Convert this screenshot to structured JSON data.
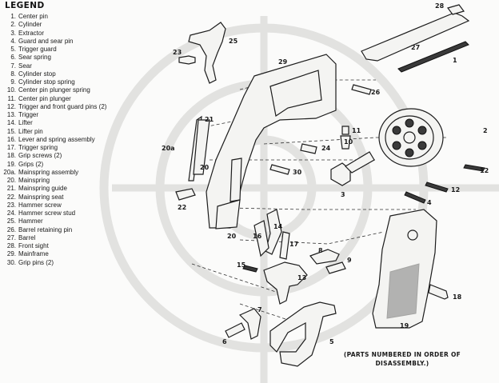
{
  "legend": {
    "title": "LEGEND",
    "items": [
      {
        "num": "1.",
        "label": "Center pin"
      },
      {
        "num": "2.",
        "label": "Cylinder"
      },
      {
        "num": "3.",
        "label": "Extractor"
      },
      {
        "num": "4.",
        "label": "Guard and sear pin"
      },
      {
        "num": "5.",
        "label": "Trigger guard"
      },
      {
        "num": "6.",
        "label": "Sear spring"
      },
      {
        "num": "7.",
        "label": "Sear"
      },
      {
        "num": "8.",
        "label": "Cylinder stop"
      },
      {
        "num": "9.",
        "label": "Cylinder stop spring"
      },
      {
        "num": "10.",
        "label": "Center pin plunger spring"
      },
      {
        "num": "11.",
        "label": "Center pin plunger"
      },
      {
        "num": "12.",
        "label": "Trigger and front guard pins (2)"
      },
      {
        "num": "13.",
        "label": "Trigger"
      },
      {
        "num": "14.",
        "label": "Lifter"
      },
      {
        "num": "15.",
        "label": "Lifter pin"
      },
      {
        "num": "16.",
        "label": "Lever and spring assembly"
      },
      {
        "num": "17.",
        "label": "Trigger spring"
      },
      {
        "num": "18.",
        "label": "Grip screws (2)"
      },
      {
        "num": "19.",
        "label": "Grips (2)"
      },
      {
        "num": "20a.",
        "label": "Mainspring assembly"
      },
      {
        "num": "20.",
        "label": "Mainspring"
      },
      {
        "num": "21.",
        "label": "Mainspring guide"
      },
      {
        "num": "22.",
        "label": "Mainspring seat"
      },
      {
        "num": "23.",
        "label": "Hammer screw"
      },
      {
        "num": "24.",
        "label": "Hammer screw stud"
      },
      {
        "num": "25.",
        "label": "Hammer"
      },
      {
        "num": "26.",
        "label": "Barrel retaining pin"
      },
      {
        "num": "27.",
        "label": "Barrel"
      },
      {
        "num": "28.",
        "label": "Front sight"
      },
      {
        "num": "29.",
        "label": "Mainframe"
      },
      {
        "num": "30.",
        "label": "Grip pins (2)"
      }
    ]
  },
  "callouts": {
    "c1": "1",
    "c2": "2",
    "c3": "3",
    "c4": "4",
    "c5": "5",
    "c6": "6",
    "c7": "7",
    "c8": "8",
    "c9": "9",
    "c10": "10",
    "c11": "11",
    "c12a": "12",
    "c12b": "12",
    "c13": "13",
    "c14": "14",
    "c15": "15",
    "c16": "16",
    "c17": "17",
    "c18": "18",
    "c19": "19",
    "c20": "20",
    "c20a": "20a",
    "c20b": "20",
    "c21": "21",
    "c22": "22",
    "c23": "23",
    "c24": "24",
    "c25": "25",
    "c26": "26",
    "c27": "27",
    "c28": "28",
    "c29": "29",
    "c30": "30"
  },
  "footnote": {
    "line1": "(PARTS NUMBERED IN ORDER OF",
    "line2": "DISASSEMBLY.)"
  }
}
